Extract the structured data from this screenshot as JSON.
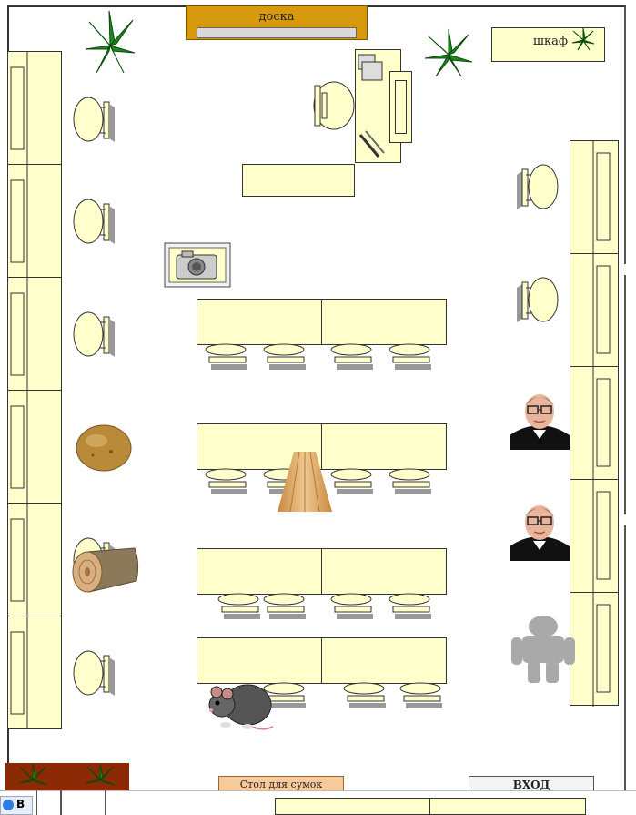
{
  "labels": {
    "board": "доска",
    "cabinet": "шкаф",
    "bag_table": "Стол для сумок",
    "entrance": "ВХОД",
    "taskbar_fragment": "В"
  },
  "colors": {
    "desk_fill": "#ffffcc",
    "board_fill": "#d79a0f",
    "plant_green": "#1d8a1d",
    "plant_box": "#8b2a05",
    "bag_table_fill": "#f8c99a",
    "person_gray": "#a9a9a9"
  },
  "icons": {
    "plant": "plant-icon",
    "camera": "camera-icon",
    "potato": "potato-icon",
    "log": "log-icon",
    "rat": "rat-icon",
    "person_photo": "student-photo-icon",
    "person_placeholder": "person-placeholder-icon",
    "plank": "wooden-plank-icon"
  }
}
